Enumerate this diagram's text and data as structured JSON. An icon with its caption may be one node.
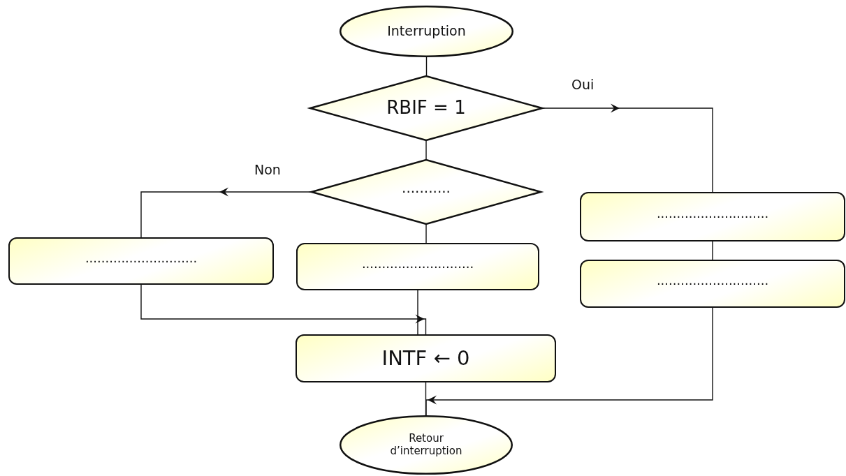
{
  "diagram": {
    "nodes": [
      {
        "text": [
          "Interruption"
        ]
      },
      {
        "text": [
          "RBIF = 1"
        ]
      },
      {
        "text": [
          "..........."
        ]
      },
      {
        "text": [
          "............................"
        ]
      },
      {
        "text": [
          "............................"
        ]
      },
      {
        "text": [
          "............................"
        ]
      },
      {
        "text": [
          "............................"
        ]
      },
      {
        "text": [
          "INTF ← 0"
        ]
      },
      {
        "text": [
          "Retour d’interruption"
        ]
      }
    ],
    "edges": [
      {
        "from": 0,
        "to": 1,
        "arrow": "none"
      },
      {
        "from": 1,
        "to": 5,
        "arrow": "to",
        "label": "Oui"
      },
      {
        "from": 1,
        "to": 2,
        "arrow": "none"
      },
      {
        "from": 2,
        "to": 3,
        "arrow": "to",
        "label": "Non"
      },
      {
        "from": 2,
        "to": 4,
        "arrow": "none"
      },
      {
        "from": 3,
        "to": 7,
        "arrow": "to"
      },
      {
        "from": 4,
        "to": 7,
        "arrow": "none"
      },
      {
        "from": 5,
        "to": 6,
        "arrow": "none"
      },
      {
        "from": 6,
        "to": 8,
        "arrow": "to"
      },
      {
        "from": 7,
        "to": 8,
        "arrow": "none"
      }
    ]
  }
}
